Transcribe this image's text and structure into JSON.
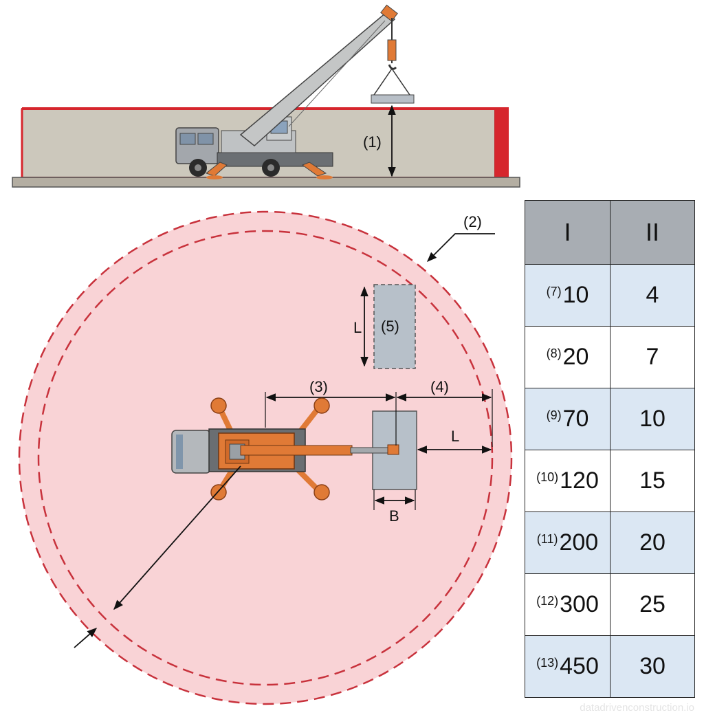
{
  "labels": {
    "height": "(1)",
    "outer_zone": "(2)",
    "reach": "(3)",
    "margin": "(4)",
    "load_area": "(5)",
    "length_top": "L",
    "length_side": "L",
    "width": "B"
  },
  "table": {
    "headers": [
      "I",
      "II"
    ],
    "rows": [
      {
        "idx": "(7)",
        "col1": "10",
        "col2": "4"
      },
      {
        "idx": "(8)",
        "col1": "20",
        "col2": "7"
      },
      {
        "idx": "(9)",
        "col1": "70",
        "col2": "10"
      },
      {
        "idx": "(10)",
        "col1": "120",
        "col2": "15"
      },
      {
        "idx": "(11)",
        "col1": "200",
        "col2": "20"
      },
      {
        "idx": "(12)",
        "col1": "300",
        "col2": "25"
      },
      {
        "idx": "(13)",
        "col1": "450",
        "col2": "30"
      }
    ]
  },
  "watermark": "datadrivenconstruction.io",
  "colors": {
    "zone_fill": "#f9d3d6",
    "zone_line": "#c8323c",
    "crane_orange": "#e07a36",
    "wall_fill": "#ccc8bc",
    "wall_red": "#d6262d",
    "pad_fill": "#b7c0c9",
    "table_shade": "#dbe7f3",
    "table_header": "#a8adb3"
  }
}
